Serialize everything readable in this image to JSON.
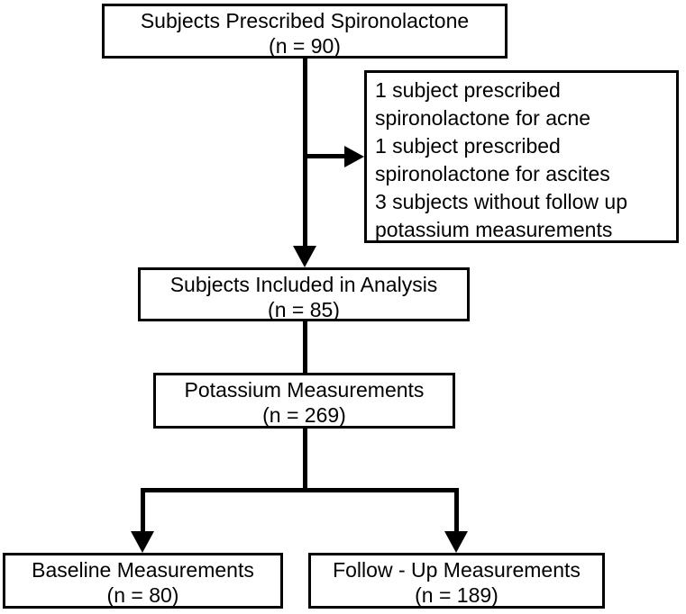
{
  "figure": {
    "colors": {
      "line": "#000000",
      "box_border": "#000000",
      "box_background": "#ffffff",
      "text": "#000000",
      "page_background": "#ffffff"
    },
    "nodes": {
      "prescribed": {
        "label": "Subjects Prescribed Spironolactone",
        "count": "(n = 90)"
      },
      "excluded": {
        "items": [
          "1 subject prescribed spironolactone for acne",
          "1 subject prescribed spironolactone for ascites",
          "3 subjects without follow up potassium measurements"
        ]
      },
      "included": {
        "label": "Subjects Included in Analysis",
        "count": "(n = 85)"
      },
      "potassium": {
        "label": "Potassium Measurements",
        "count": "(n = 269)"
      },
      "baseline": {
        "label": "Baseline Measurements",
        "count": "(n = 80)"
      },
      "followup": {
        "label": "Follow - Up Measurements",
        "count": "(n = 189)"
      }
    },
    "edges": [
      {
        "from": "prescribed",
        "to": "included",
        "arrowhead": true
      },
      {
        "from": "prescribed",
        "to": "excluded",
        "arrowhead": true,
        "branch_of": "prescribed-included"
      },
      {
        "from": "included",
        "to": "potassium",
        "arrowhead": false
      },
      {
        "from": "potassium",
        "to": "baseline",
        "arrowhead": true
      },
      {
        "from": "potassium",
        "to": "followup",
        "arrowhead": true
      }
    ]
  }
}
